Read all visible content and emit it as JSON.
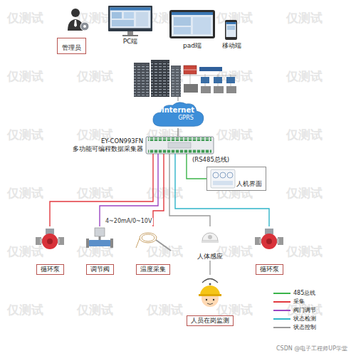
{
  "diagram": {
    "nodes": [
      {
        "text": [
          "管理员"
        ]
      },
      {
        "text": [
          "PC端"
        ]
      },
      {
        "text": [
          "pad端"
        ]
      },
      {
        "text": [
          "移动端"
        ]
      },
      {
        "text": [
          "Internet",
          "GPRS"
        ]
      },
      {
        "text": [
          "EY-CON993FN",
          "多功能可编程数据采集器"
        ]
      },
      {
        "text": [
          "人机界面"
        ]
      },
      {
        "text": [
          "循环泵"
        ]
      },
      {
        "text": [
          "调节阀"
        ]
      },
      {
        "text": [
          "温度采集"
        ]
      },
      {
        "text": [
          "人体感应"
        ]
      },
      {
        "text": [
          "循环泵"
        ]
      },
      {
        "text": [
          "人员在岗监测"
        ]
      }
    ],
    "edges": [
      {
        "from": 4,
        "to": 5,
        "arrow": "none"
      },
      {
        "from": 5,
        "to": 6,
        "label": "(RS485总线)",
        "arrow": "none"
      },
      {
        "from": 5,
        "to": 7,
        "arrow": "none"
      },
      {
        "from": 5,
        "to": 8,
        "arrow": "none"
      },
      {
        "from": 5,
        "to": 9,
        "arrow": "none"
      },
      {
        "from": 5,
        "to": 10,
        "arrow": "none"
      },
      {
        "from": 5,
        "to": 11,
        "arrow": "none"
      },
      {
        "from": 10,
        "to": 12,
        "arrow": "none"
      }
    ],
    "labels": [
      "4~20mA/0~10V",
      "CSDN @电子工程师UP学堂",
      "仅测试",
      "仅测试",
      "仅测试",
      "仅测试",
      "仅测试",
      "仅测试",
      "仅测试",
      "仅测试",
      "仅测试",
      "仅测试",
      "仅测试",
      "仅测试",
      "仅测试",
      "仅测试",
      "仅测试",
      "仅测试",
      "仅测试",
      "仅测试",
      "仅测试",
      "仅测试",
      "仅测试",
      "仅测试",
      "仅测试",
      "仅测试",
      "仅测试",
      "仅测试",
      "仅测试",
      "仅测试",
      "仅测试",
      "仅测试"
    ],
    "legend": [
      {
        "text": "485总线"
      },
      {
        "text": "采集"
      },
      {
        "text": "阀门调节"
      },
      {
        "text": "状态检测"
      },
      {
        "text": "状态控制"
      }
    ]
  }
}
